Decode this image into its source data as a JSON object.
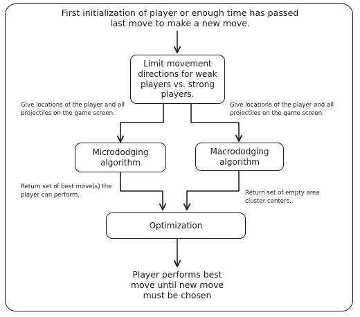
{
  "diagram": {
    "start_text": "First initialization of player or enough time has passed last move to make a new move.",
    "limit_box": "Limit movement directions for weak players vs. strong players.",
    "left_edge_label": "Give locations of the player and all projectiles on the game screen.",
    "right_edge_label": "Give locations of the player and all projectiles on the game screen.",
    "micro_box": "Micrododging algorithm",
    "macro_box": "Macrododging algorithm",
    "micro_return_label": "Return set of best move(s) the player can perform.",
    "macro_return_label": "Return set of empty area cluster centers.",
    "optimization_box": "Optimization",
    "end_text": "Player performs best move until new move must be chosen",
    "stroke_color": "#1e1e1e"
  }
}
